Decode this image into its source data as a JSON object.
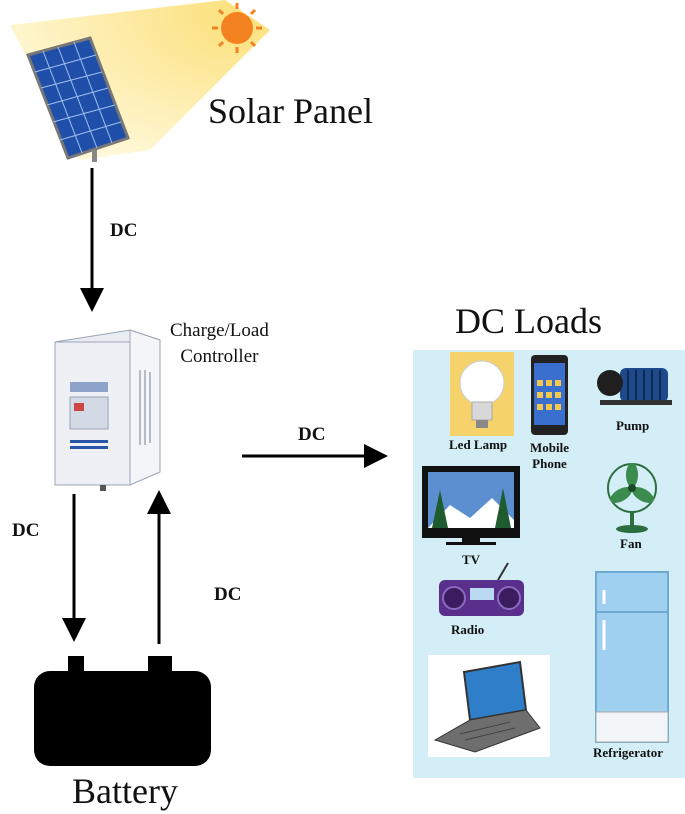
{
  "solar_panel": {
    "label": "Solar Panel"
  },
  "controller": {
    "label_line1": "Charge/Load",
    "label_line2": "Controller"
  },
  "battery": {
    "label": "Battery"
  },
  "dc_loads": {
    "title": "DC Loads",
    "items": {
      "led_lamp": "Led Lamp",
      "mobile_phone_line1": "Mobile",
      "mobile_phone_line2": "Phone",
      "pump": "Pump",
      "tv": "TV",
      "fan": "Fan",
      "radio": "Radio",
      "refrigerator": "Refrigerator"
    }
  },
  "flows": {
    "panel_to_controller": "DC",
    "controller_to_loads": "DC",
    "controller_to_battery": "DC",
    "battery_to_controller": "DC"
  },
  "colors": {
    "sun": "#f58220",
    "panel": "#1f4fa8",
    "loads_background": "#d4eef7",
    "battery": "#000000"
  }
}
